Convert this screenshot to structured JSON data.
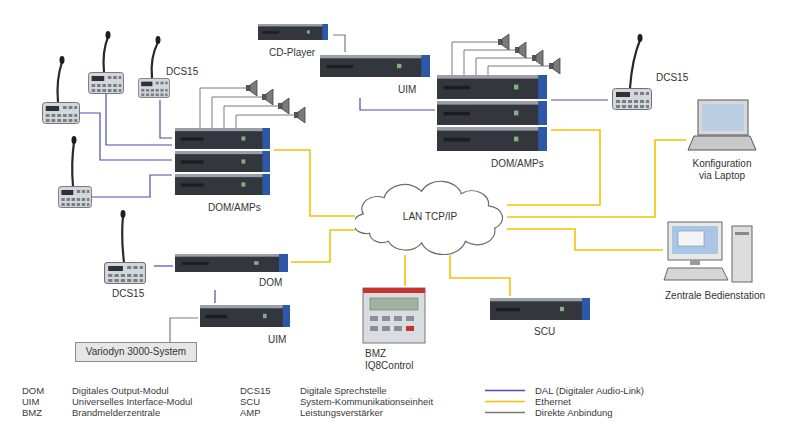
{
  "diagram": {
    "nodes": [
      {
        "text": [
          "CD-Player"
        ]
      },
      {
        "text": [
          "DCS15"
        ]
      },
      {
        "text": [
          "UIM"
        ]
      },
      {
        "text": [
          "DCS15"
        ]
      },
      {
        "text": [
          "DOM/AMPs"
        ]
      },
      {
        "text": [
          "DOM/AMPs"
        ]
      },
      {
        "text": [
          "Konfiguration via Laptop"
        ]
      },
      {
        "text": [
          "LAN TCP/IP"
        ]
      },
      {
        "text": [
          "DCS15"
        ]
      },
      {
        "text": [
          "DOM"
        ]
      },
      {
        "text": [
          "Zentrale Bedienstation"
        ]
      },
      {
        "text": [
          "BMZ",
          "IQ8Control"
        ]
      },
      {
        "text": [
          "SCU"
        ]
      },
      {
        "text": [
          "UIM"
        ]
      },
      {
        "text": [
          "Variodyn 3000-System"
        ]
      }
    ],
    "edges": [
      {
        "from": 0,
        "to": 2,
        "arrow": "none"
      },
      {
        "from": 2,
        "to": 5,
        "arrow": "none"
      },
      {
        "from": 3,
        "to": 5,
        "arrow": "none"
      },
      {
        "from": 1,
        "to": 4,
        "arrow": "none"
      },
      {
        "from": 4,
        "to": 7,
        "arrow": "none"
      },
      {
        "from": 5,
        "to": 7,
        "arrow": "none"
      },
      {
        "from": 6,
        "to": 7,
        "arrow": "none"
      },
      {
        "from": 8,
        "to": 9,
        "arrow": "none"
      },
      {
        "from": 9,
        "to": 7,
        "arrow": "none"
      },
      {
        "from": 10,
        "to": 7,
        "arrow": "none"
      },
      {
        "from": 11,
        "to": 7,
        "arrow": "none"
      },
      {
        "from": 12,
        "to": 7,
        "arrow": "none"
      },
      {
        "from": 9,
        "to": 13,
        "arrow": "none"
      },
      {
        "from": 13,
        "to": 14,
        "arrow": "none"
      }
    ],
    "labels": [
      "DOM",
      "Digitales Output-Modul",
      "DCS15",
      "Digitale Sprechstelle",
      "UIM",
      "Universelles Interface-Modul",
      "SCU",
      "System-Kommunikationseinheit",
      "BMZ",
      "Brandmelderzentrale",
      "AMP",
      "Leistungsverstärker"
    ],
    "legend": [
      {
        "text": "DAL (Digitaler Audio-Link)"
      },
      {
        "text": "Ethernet"
      },
      {
        "text": "Direkte Anbindung"
      }
    ]
  }
}
